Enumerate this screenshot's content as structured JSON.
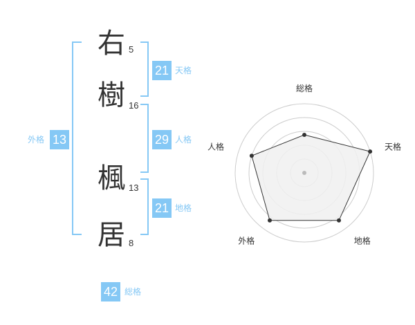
{
  "colors": {
    "accent": "#85c8f5",
    "ring": "#cccccc",
    "fill": "#f0f0f0",
    "line": "#333333"
  },
  "name": {
    "characters": [
      {
        "char": "右",
        "strokes": "5"
      },
      {
        "char": "樹",
        "strokes": "16"
      },
      {
        "char": "楓",
        "strokes": "13"
      },
      {
        "char": "居",
        "strokes": "8"
      }
    ]
  },
  "grids": {
    "tenkaku": {
      "value": "21",
      "label": "天格"
    },
    "jinkaku": {
      "value": "29",
      "label": "人格"
    },
    "chikaku": {
      "value": "21",
      "label": "地格"
    },
    "gaikaku": {
      "value": "13",
      "label": "外格"
    },
    "soukaku": {
      "value": "42",
      "label": "総格"
    }
  },
  "chart_data": {
    "type": "radar",
    "axes": [
      "総格",
      "天格",
      "地格",
      "外格",
      "人格"
    ],
    "values": [
      0.55,
      1.0,
      0.85,
      0.85,
      0.8
    ],
    "rings": 5
  }
}
